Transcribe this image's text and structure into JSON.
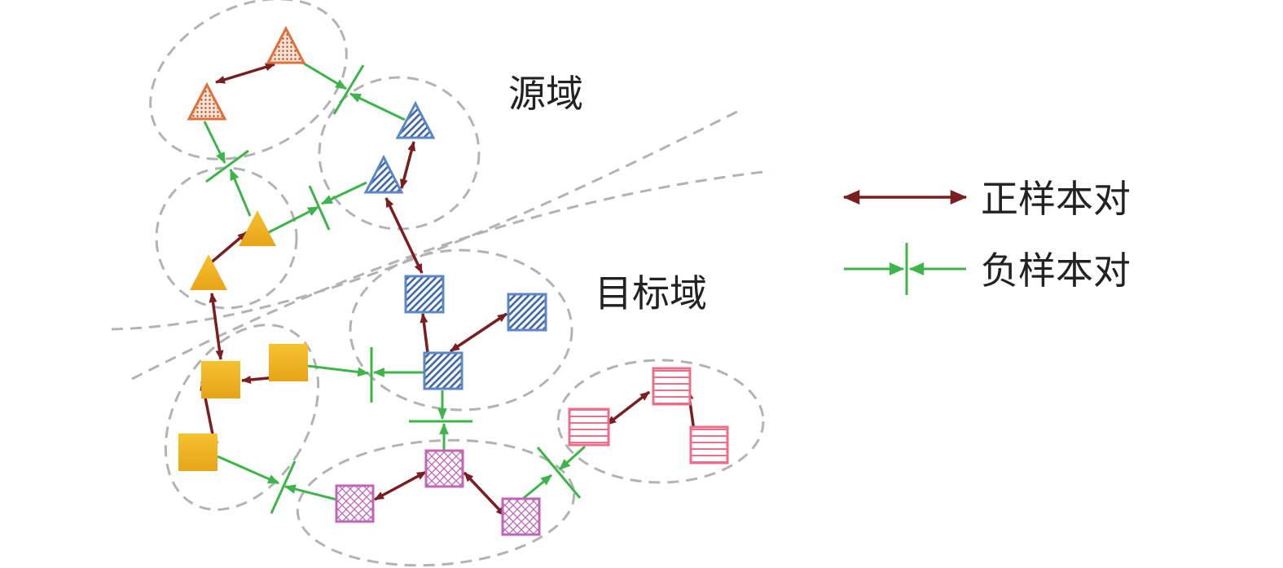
{
  "labels": {
    "source_domain": "源域",
    "target_domain": "目标域"
  },
  "legend": {
    "positive_pair": "正样本对",
    "negative_pair": "负样本对"
  },
  "colors": {
    "positive_arrow": "#7b1e22",
    "negative_arrow": "#3db54a",
    "cluster_outline": "#b3b3b3",
    "orange_triangle": "#e0703a",
    "blue_class": "#5b87c5",
    "yellow_class": "#f0b323",
    "purple_class": "#c066b8",
    "pink_class": "#ec6e8a"
  }
}
